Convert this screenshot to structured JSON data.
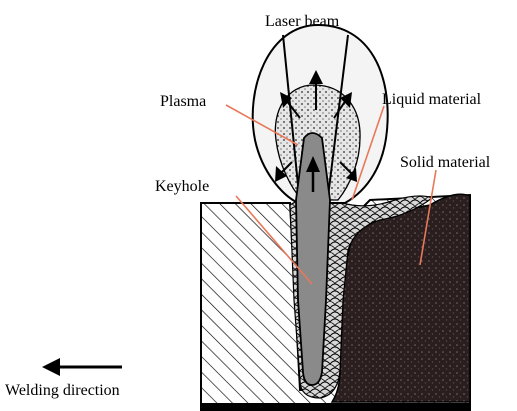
{
  "labels": {
    "laser_beam": "Laser beam",
    "plasma": "Plasma",
    "liquid_material": "Liquid material",
    "solid_material": "Solid material",
    "keyhole": "Keyhole",
    "welding_direction": "Welding direction"
  },
  "colors": {
    "leader_line": "#e8785a",
    "solid_material": "#2a1e1e",
    "keyhole_fill": "#8a8a8a",
    "outline": "#000000"
  },
  "icons": {
    "direction_arrow": "arrow-left-icon"
  }
}
